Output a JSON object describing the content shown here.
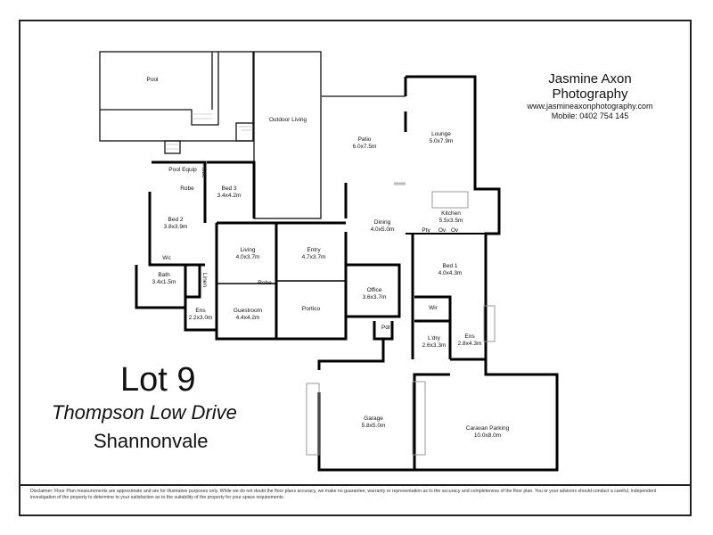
{
  "branding": {
    "name": "Jasmine Axon Photography",
    "website": "www.jasmineaxonphotography.com",
    "mobile": "Mobile: 0402 754 145"
  },
  "property": {
    "lot": "Lot 9",
    "street": "Thompson Low Drive",
    "suburb": "Shannonvale"
  },
  "rooms": [
    {
      "name": "Pool",
      "size": ""
    },
    {
      "name": "Outdoor Living",
      "size": ""
    },
    {
      "name": "Patio",
      "size": "6.0x7.5m"
    },
    {
      "name": "Lounge",
      "size": "5.0x7.9m"
    },
    {
      "name": "Pool Equip",
      "size": ""
    },
    {
      "name": "Robe",
      "size": ""
    },
    {
      "name": "Robe",
      "size": ""
    },
    {
      "name": "Bed 3",
      "size": "3.4x4.2m"
    },
    {
      "name": "Bed 2",
      "size": "3.8x3.9m"
    },
    {
      "name": "Kitchen",
      "size": "5.5x3.5m"
    },
    {
      "name": "Dining",
      "size": "4.0x5.0m"
    },
    {
      "name": "Living",
      "size": "4.0x3.7m"
    },
    {
      "name": "Entry",
      "size": "4.7x3.7m"
    },
    {
      "name": "Wc",
      "size": ""
    },
    {
      "name": "Bath",
      "size": "3.4x1.5m"
    },
    {
      "name": "Linen",
      "size": ""
    },
    {
      "name": "Robe",
      "size": ""
    },
    {
      "name": "Bed 1",
      "size": "4.0x4.3m"
    },
    {
      "name": "Office",
      "size": "3.6x3.7m"
    },
    {
      "name": "Ens",
      "size": "2.2x3.0m"
    },
    {
      "name": "Guestroom",
      "size": "4.4x4.2m"
    },
    {
      "name": "Portico",
      "size": ""
    },
    {
      "name": "Wir",
      "size": ""
    },
    {
      "name": "Pdr",
      "size": ""
    },
    {
      "name": "L'dry",
      "size": "2.6x3.3m"
    },
    {
      "name": "Ens",
      "size": "2.8x4.3m"
    },
    {
      "name": "Garage",
      "size": "5.8x5.0m"
    },
    {
      "name": "Caravan Parking",
      "size": "10.0x8.0m"
    },
    {
      "name": "Pty",
      "size": ""
    },
    {
      "name": "Ov",
      "size": ""
    },
    {
      "name": "Ov",
      "size": ""
    }
  ],
  "disclaimer": "Disclaimer: Floor Plan measurements are approximate and are for illustrative purposes only. While we do not doubt the floor plans accuracy, we make no guarantee, warranty or representation as to the accuracy and completeness of the floor plan. You or your advisors should conduct a careful, independent investigation of the property to determine to your satisfaction as to the suitability of the property for your space requirements."
}
